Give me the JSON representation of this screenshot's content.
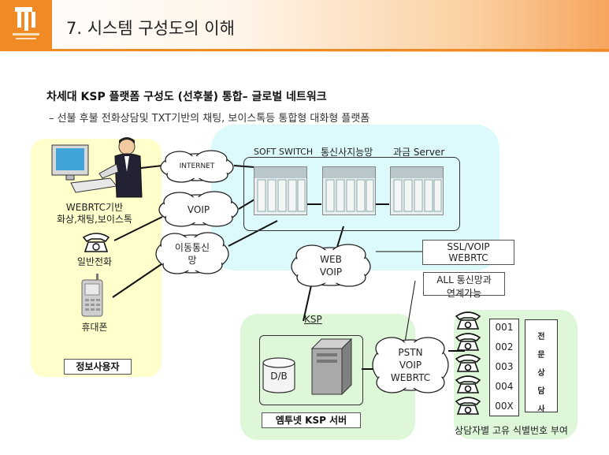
{
  "header": {
    "title": "7. 시스템 구성도의 이해"
  },
  "subtitle": "차세대 KSP 플랫폼 구성도 (선후불)  통합– 글로벌 네트워크",
  "description": "– 선불 후불 전화상담및  TXT기반의 채팅, 보이스톡등  통합형 대화형 플랫폼",
  "user_zone": {
    "webrtc_label": [
      "WEBRTC기반",
      "화상,채팅,보이스톡"
    ],
    "phone_label": "일반전화",
    "mobile_label": "휴대폰",
    "footer_label": "정보사용자"
  },
  "clouds": {
    "internet": "INTERNET",
    "voip": "VOIP",
    "mobile_net": [
      "이동통신",
      "망"
    ],
    "web_voip": [
      "WEB",
      "VOIP"
    ],
    "pstn": [
      "PSTN",
      "VOIP",
      "WEBRTC"
    ]
  },
  "servers": {
    "soft_switch": "SOFT SWITCH",
    "network": "통신사지능망",
    "billing": "과금 Server"
  },
  "callouts": {
    "ssl": [
      "SSL/VOIP",
      "WEBRTC"
    ],
    "all_network": [
      "ALL 통신망과",
      "연계가능"
    ]
  },
  "ksp_zone": {
    "ksp_label": "KSP",
    "db_label": "D/B",
    "footer_label": "엠투넷 KSP 서버"
  },
  "counselor_zone": {
    "ids": [
      "001",
      "002",
      "003",
      "004",
      "00X"
    ],
    "vertical_label": [
      "전",
      "문",
      "상",
      "담",
      "사"
    ],
    "caption": "상담자별 고유 식별번호 부여"
  }
}
